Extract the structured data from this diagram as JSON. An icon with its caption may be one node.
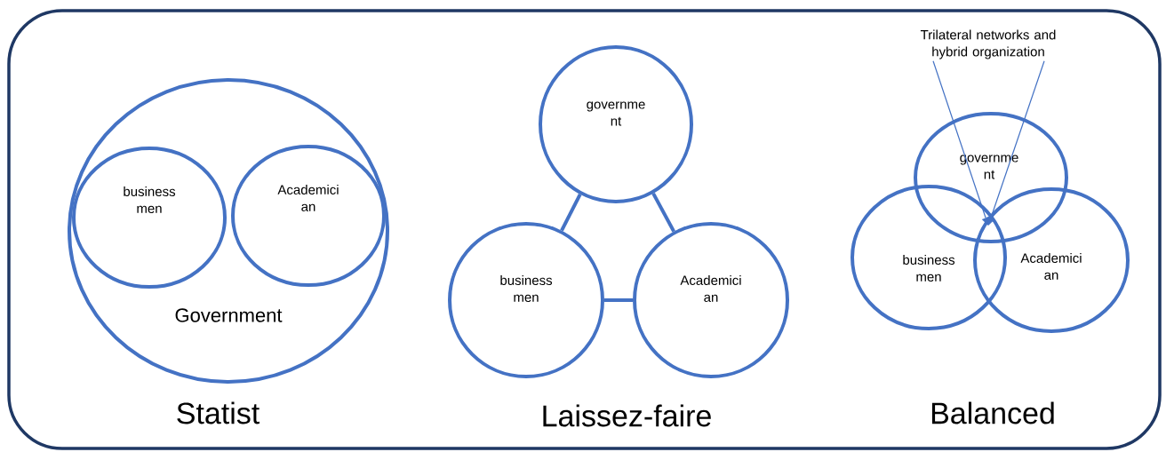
{
  "diagram": {
    "nodes": [
      {
        "text": [
          "Government"
        ]
      },
      {
        "text": [
          "business men"
        ],
        "in": 0
      },
      {
        "text": [
          "Academici an"
        ],
        "in": 0
      },
      {
        "text": [
          "governme nt"
        ]
      },
      {
        "text": [
          "business men"
        ]
      },
      {
        "text": [
          "Academici an"
        ]
      },
      {
        "text": [
          "Trilateral networks and hybrid organization"
        ]
      },
      {
        "text": [
          "governme nt"
        ]
      },
      {
        "text": [
          "business men"
        ]
      },
      {
        "text": [
          "Academici an"
        ]
      }
    ],
    "edges": [
      {
        "from": 3,
        "to": 4,
        "arrow": "none"
      },
      {
        "from": 3,
        "to": 5,
        "arrow": "none"
      },
      {
        "from": 4,
        "to": 5,
        "arrow": "none"
      },
      {
        "from": 6,
        "to": 7,
        "arrow": "to"
      },
      {
        "from": 6,
        "to": 7,
        "arrow": "to"
      }
    ],
    "labels": [
      "Statist",
      "Laissez-faire",
      "Balanced"
    ]
  }
}
